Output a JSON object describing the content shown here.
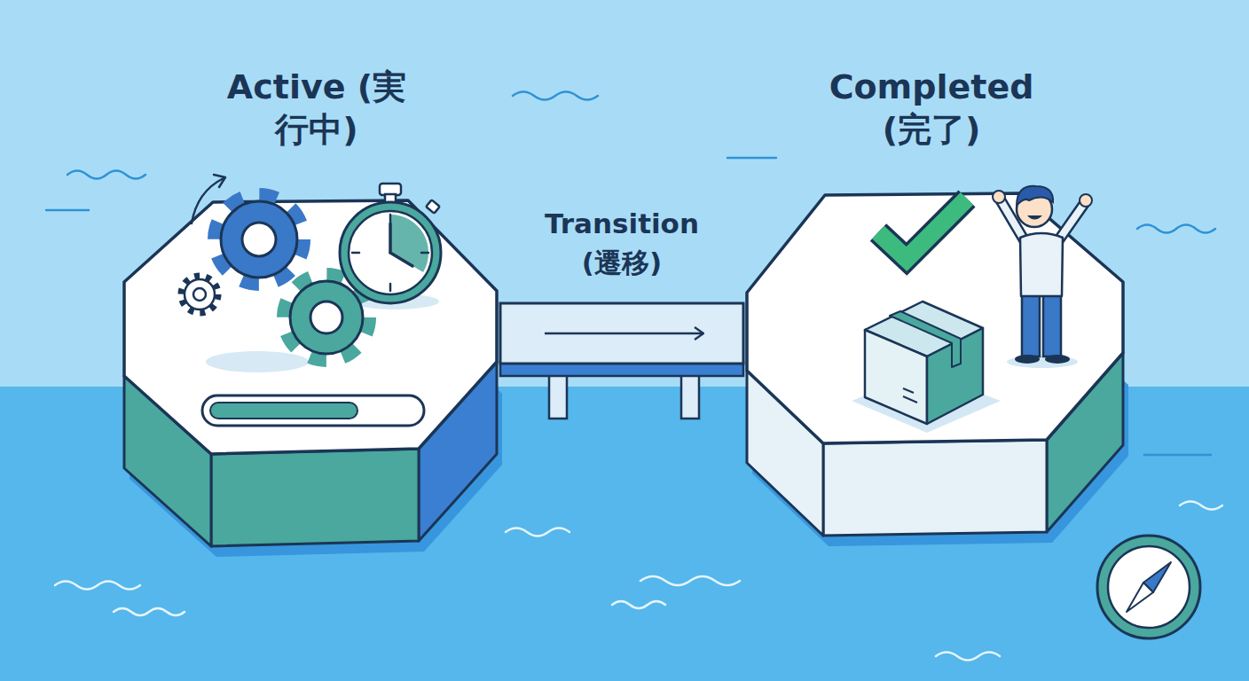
{
  "diagram": {
    "nodes": [
      {
        "text": [
          "Active (実行中)"
        ]
      },
      {
        "text": [
          "Completed (完了)"
        ]
      }
    ],
    "edges": [
      {
        "from": 0,
        "to": 1,
        "arrow": "to",
        "label": "Transition (遷移)"
      }
    ]
  }
}
